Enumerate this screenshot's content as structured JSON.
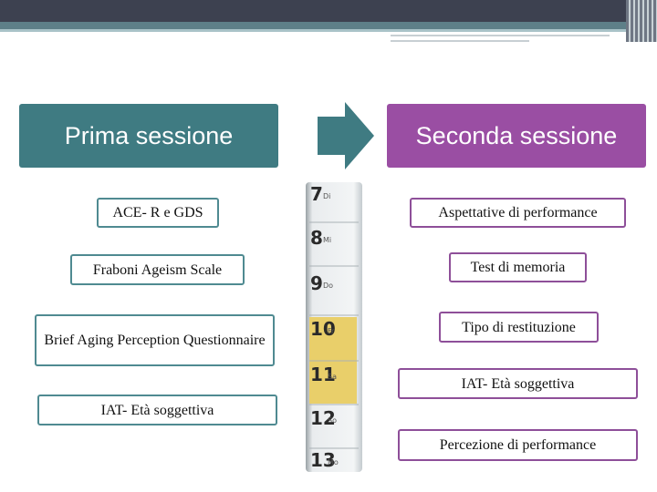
{
  "left_column": {
    "header": "Prima sessione",
    "items": [
      "ACE- R e GDS",
      "Fraboni Ageism Scale",
      "Brief Aging Perception Questionnaire",
      "IAT- Età soggettiva"
    ]
  },
  "right_column": {
    "header": "Seconda sessione",
    "items": [
      "Aspettative di performance",
      "Test di memoria",
      "Tipo di restituzione",
      "IAT- Età soggettiva",
      "Percezione di performance"
    ]
  },
  "calendar": {
    "rows": [
      {
        "num": "7",
        "day": "Di"
      },
      {
        "num": "8",
        "day": "Mi"
      },
      {
        "num": "9",
        "day": "Do"
      },
      {
        "num": "10",
        "day": "Fr"
      },
      {
        "num": "11",
        "day": "Sa"
      },
      {
        "num": "12",
        "day": "So"
      },
      {
        "num": "13",
        "day": "Mo"
      }
    ]
  },
  "colors": {
    "teal": "#3f7b82",
    "purple": "#9a4ea3",
    "calendar_highlight": "#e9cf6a"
  }
}
